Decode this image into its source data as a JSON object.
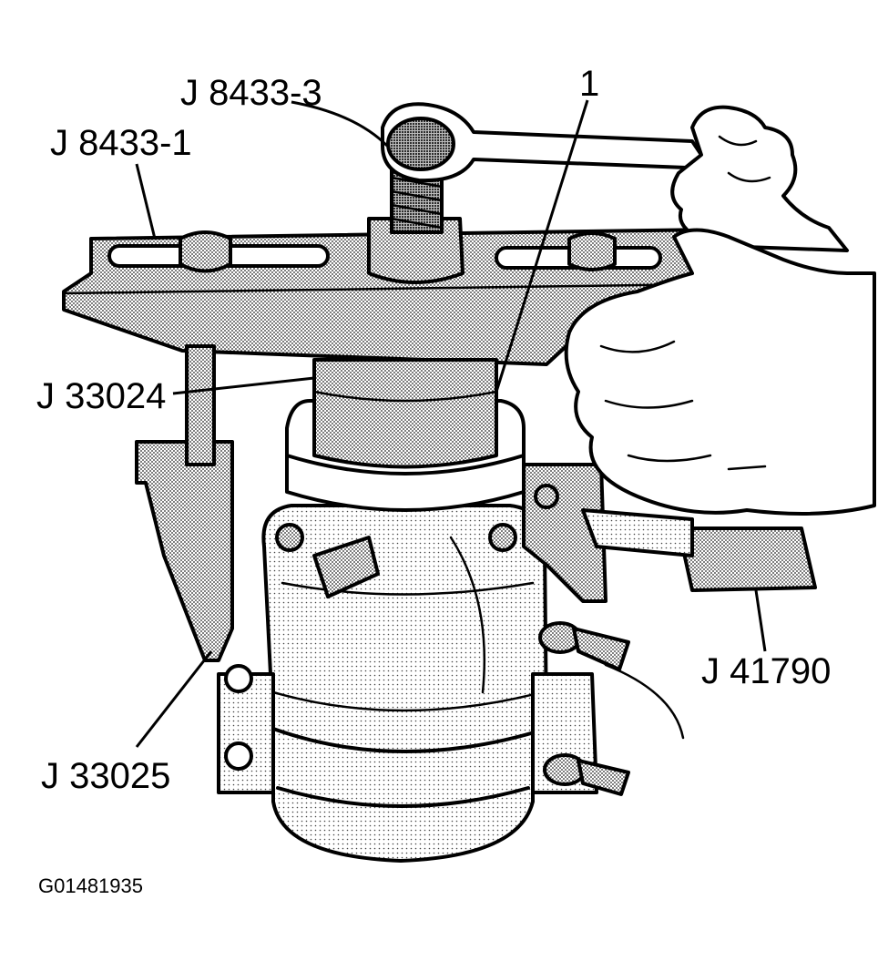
{
  "labels": {
    "j8433_3": "J 8433-3",
    "j8433_1": "J 8433-1",
    "item_1": "1",
    "j33024": "J 33024",
    "j41790": "J 41790",
    "j33025": "J 33025"
  },
  "figure_id": "G01481935"
}
